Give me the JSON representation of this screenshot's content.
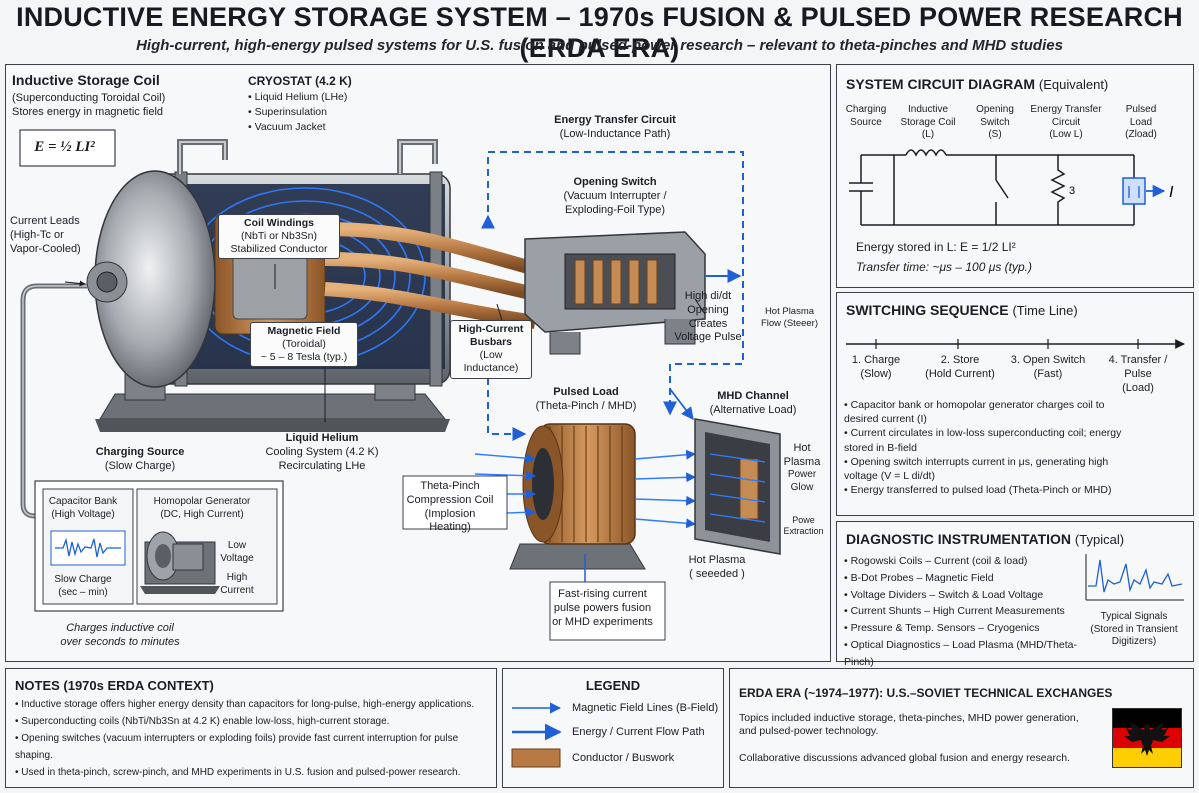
{
  "title": "INDUCTIVE ENERGY STORAGE SYSTEM – 1970s FUSION & PULSED POWER RESEARCH (ERDA ERA)",
  "subtitle": "High-current, high-energy pulsed systems for U.S. fusion and pulsed-power research – relevant to theta-pinches and MHD studies",
  "coil": {
    "heading": "Inductive Storage Coil",
    "line1": "(Superconducting Toroidal Coil)",
    "line2": "Stores energy in magnetic field",
    "formula": "E = ½ LI²"
  },
  "cryostat": {
    "heading": "CRYOSTAT (4.2 K)",
    "items": [
      "Liquid Helium (LHe)",
      "Superinsulation",
      "Vacuum Jacket"
    ]
  },
  "current_leads": [
    "Current Leads",
    "(High-Tc or",
    "Vapor-Cooled)"
  ],
  "coil_windings": [
    "Coil Windings",
    "(NbTi or Nb3Sn)",
    "Stabilized Conductor"
  ],
  "magnetic_field": [
    "Magnetic Field",
    "(Toroidal)",
    "~ 5 – 8 Tesla (typ.)"
  ],
  "liquid_helium": [
    "Liquid Helium",
    "Cooling System (4.2 K)",
    "Recirculating LHe"
  ],
  "energy_transfer": [
    "Energy Transfer Circuit",
    "(Low-Inductance Path)"
  ],
  "opening_switch": [
    "Opening Switch",
    "(Vacuum Interrupter /",
    "Exploding-Foil Type)"
  ],
  "high_didt": [
    "High di/dt",
    "Opening",
    "Creates",
    "Voltage Pulse"
  ],
  "hot_plasma_flow": [
    "Hot Plasma",
    "Flow (Steeer)"
  ],
  "busbars": [
    "High-Current",
    "Busbars",
    "(Low Inductance)"
  ],
  "pulsed_load": [
    "Pulsed Load",
    "(Theta-Pinch / MHD)"
  ],
  "mhd_channel": [
    "MHD Channel",
    "(Alternative Load)"
  ],
  "hot_plasma_right": [
    "Hot",
    "Plasma"
  ],
  "power_glow": [
    "Power",
    "Glow"
  ],
  "power_extraction": [
    "Powe",
    "Extraction"
  ],
  "theta_pinch": [
    "Theta-Pinch",
    "Compression Coil",
    "(Implosion Heating)"
  ],
  "hot_plasma_seeded": [
    "Hot Plasma",
    "( seeeded )"
  ],
  "fast_rising": [
    "Fast-rising current",
    "pulse powers fusion",
    "or MHD experiments"
  ],
  "charging": {
    "heading": [
      "Charging Source",
      "(Slow Charge)"
    ],
    "cap_bank": [
      "Capacitor Bank",
      "(High Voltage)"
    ],
    "slow_charge": [
      "Slow Charge",
      "(sec – min)"
    ],
    "homopolar": [
      "Homopolar Generator",
      "(DC, High Current)"
    ],
    "low_voltage": [
      "Low",
      "Voltage"
    ],
    "high_current": [
      "High",
      "Current"
    ],
    "caption": [
      "Charges inductive coil",
      "over seconds to minutes"
    ]
  },
  "circuit": {
    "heading": "SYSTEM CIRCUIT DIAGRAM",
    "heading_sub": "(Equivalent)",
    "labels": [
      [
        "Charging",
        "Source"
      ],
      [
        "Inductive",
        "Storage Coil",
        "(L)"
      ],
      [
        "Opening",
        "Switch",
        "(S)"
      ],
      [
        "Energy Transfer",
        "Circuit",
        "(Low L)"
      ],
      [
        "Pulsed",
        "Load",
        "(Zload)"
      ]
    ],
    "resistor_label": "3",
    "current_label": "I",
    "energy_line": "Energy stored in L:  E = 1/2 LI²",
    "transfer_line": "Transfer time: ~μs – 100 μs (typ.)"
  },
  "switching": {
    "heading": "SWITCHING SEQUENCE",
    "heading_sub": "(Time Line)",
    "steps": [
      [
        "1. Charge",
        "(Slow)"
      ],
      [
        "2. Store",
        "(Hold Current)"
      ],
      [
        "3. Open Switch",
        "(Fast)"
      ],
      [
        "4. Transfer /",
        "Pulse",
        "(Load)"
      ]
    ],
    "bullets": [
      "Capacitor bank or homopolar generator charges coil to desired current (I)",
      "Current circulates in low-loss superconducting coil; energy stored in B-field",
      "Opening switch interrupts current in μs, generating high voltage (V = L di/dt)",
      "Energy transferred to pulsed load (Theta-Pinch or MHD)"
    ]
  },
  "diagnostics": {
    "heading": "DIAGNOSTIC INSTRUMENTATION",
    "heading_sub": "(Typical)",
    "items": [
      "Rogowski Coils – Current (coil & load)",
      "B-Dot Probes – Magnetic Field",
      "Voltage Dividers – Switch & Load Voltage",
      "Current Shunts – High Current Measurements",
      "Pressure & Temp. Sensors – Cryogenics",
      "Optical Diagnostics – Load Plasma (MHD/Theta-Pinch)"
    ],
    "signals": [
      "Typical Signals",
      "(Stored in Transient",
      "Digitizers)"
    ]
  },
  "notes": {
    "heading": "NOTES (1970s ERDA CONTEXT)",
    "items": [
      "Inductive storage offers higher energy density than capacitors for long-pulse, high-energy applications.",
      "Superconducting coils (NbTi/Nb3Sn at 4.2 K) enable low-loss, high-current storage.",
      "Opening switches (vacuum interrupters or exploding foils) provide fast current interruption for pulse shaping.",
      "Used in theta-pinch, screw-pinch, and MHD experiments in U.S. fusion and pulsed-power research."
    ]
  },
  "legend": {
    "heading": "LEGEND",
    "items": [
      "Magnetic Field Lines (B-Field)",
      "Energy / Current Flow Path",
      "Conductor / Buswork"
    ]
  },
  "erda": {
    "heading": "ERDA ERA (~1974–1977): U.S.–SOVIET TECHNICAL EXCHANGES",
    "line1": "Topics included inductive storage, theta-pinches, MHD power generation, and pulsed-power technology.",
    "line2": "Collaborative discussions advanced global fusion and energy research."
  },
  "colors": {
    "field_blue": "#1f5fd8",
    "copper": "#b87a45",
    "steel": "#8f949b",
    "flag_black": "#000000",
    "flag_red": "#dd0000",
    "flag_gold": "#ffce00"
  }
}
